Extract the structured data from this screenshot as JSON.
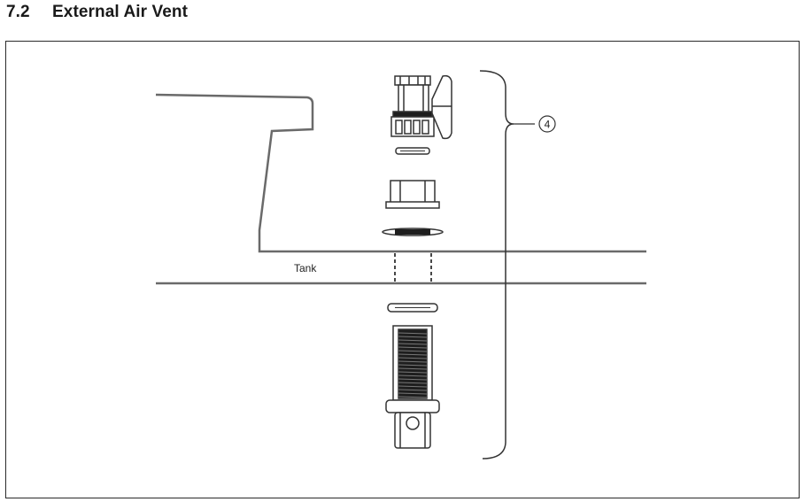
{
  "section": {
    "number": "7.2",
    "title": "External Air Vent"
  },
  "diagram": {
    "tank_label": "Tank",
    "callout_label": "4",
    "colors": {
      "line": "#3a3a3a",
      "light_line": "#8a8a8a",
      "fill_dark": "#1e1e1e",
      "fill_light": "#ffffff"
    }
  }
}
